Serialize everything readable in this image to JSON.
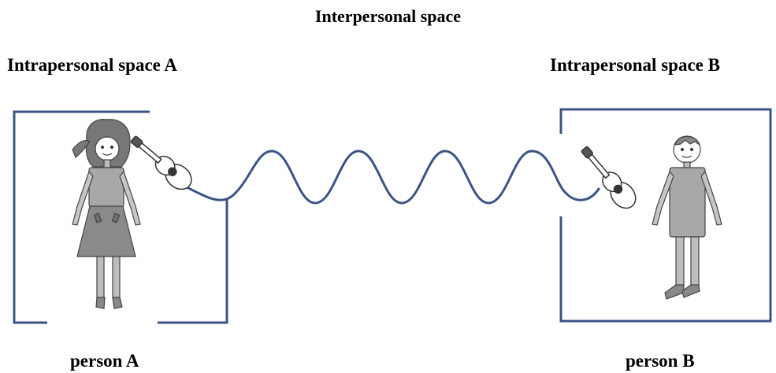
{
  "title": "Interpersonal space",
  "space_a_label": "Intrapersonal space A",
  "space_b_label": "Intrapersonal space B",
  "person_a_label": "person A",
  "person_b_label": "person B",
  "colors": {
    "box_stroke": "#3B5486",
    "wave_stroke": "#3B5486",
    "figure_fill": "#A8A8A8",
    "figure_stroke": "#444444"
  }
}
